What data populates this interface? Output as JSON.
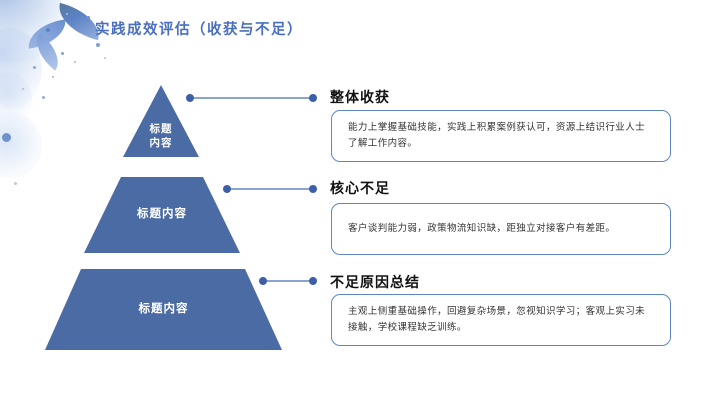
{
  "title": "实践成效评估（收获与不足）",
  "pyramid": {
    "levels": [
      {
        "label": "标题\n内容"
      },
      {
        "label": "标题内容"
      },
      {
        "label": "标题内容"
      }
    ]
  },
  "sections": [
    {
      "heading": "整体收获",
      "body": "能力上掌握基础技能，实践上积累案例获认可，资源上结识行业人士了解工作内容。"
    },
    {
      "heading": "核心不足",
      "body": "客户谈判能力弱，政策物流知识缺，距独立对接客户有差距。"
    },
    {
      "heading": "不足原因总结",
      "body": "主观上侧重基础操作，回避复杂场景，忽视知识学习；客观上实习未接触，学校课程缺乏训练。"
    }
  ],
  "colors": {
    "title_text": "#4a6fc0",
    "pyramid_fill": "#4a6ba3",
    "connector_dot": "#3d5fa8",
    "connector_line": "#8aa4cf",
    "box_border": "#5d87c2",
    "heading_text": "#111111",
    "body_text": "#333333"
  }
}
